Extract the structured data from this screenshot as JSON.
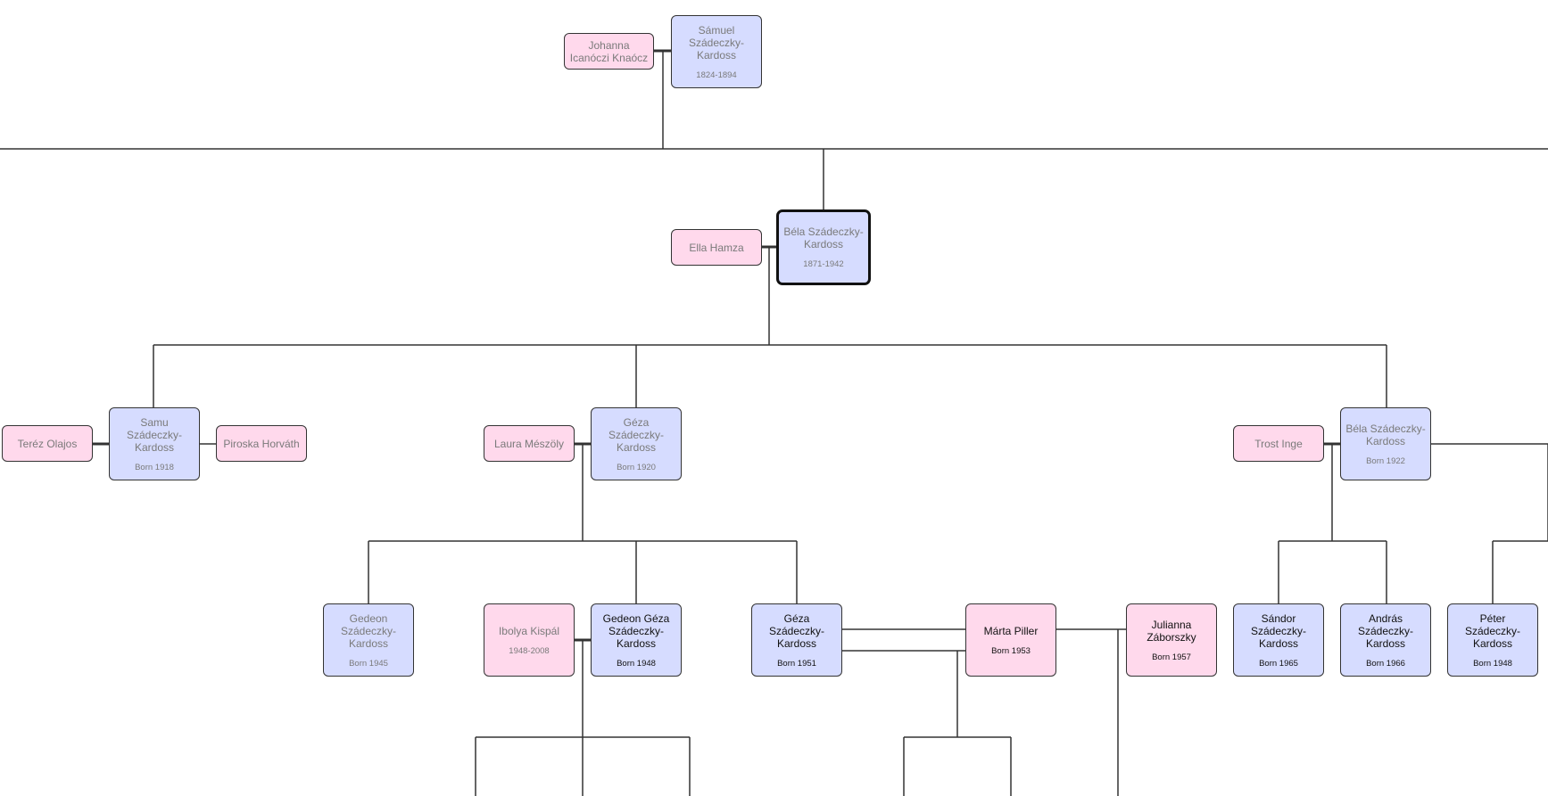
{
  "people": [
    {
      "id": "samuel",
      "name": "Sámuel Szádeczky-Kardoss",
      "dates": "1824-1894",
      "sex": "m",
      "dark": false
    },
    {
      "id": "johanna",
      "name": "Johanna Icanóczi Knaócz",
      "dates": "",
      "sex": "f",
      "dark": false
    },
    {
      "id": "bela-1871",
      "name": "Béla Szádeczky-Kardoss",
      "dates": "1871-1942",
      "sex": "m",
      "dark": false,
      "selected": true
    },
    {
      "id": "ella",
      "name": "Ella Hamza",
      "dates": "",
      "sex": "f",
      "dark": false
    },
    {
      "id": "samu",
      "name": "Samu Szádeczky-Kardoss",
      "dates": "Born 1918",
      "sex": "m",
      "dark": false
    },
    {
      "id": "terez",
      "name": "Teréz Olajos",
      "dates": "",
      "sex": "f",
      "dark": false
    },
    {
      "id": "piroska",
      "name": "Piroska Horváth",
      "dates": "",
      "sex": "f",
      "dark": false
    },
    {
      "id": "geza-1920",
      "name": "Géza Szádeczky-Kardoss",
      "dates": "Born 1920",
      "sex": "m",
      "dark": false
    },
    {
      "id": "laura",
      "name": "Laura Mészöly",
      "dates": "",
      "sex": "f",
      "dark": false
    },
    {
      "id": "bela-1922",
      "name": "Béla Szádeczky-Kardoss",
      "dates": "Born 1922",
      "sex": "m",
      "dark": false
    },
    {
      "id": "trost",
      "name": "Trost Inge",
      "dates": "",
      "sex": "f",
      "dark": false
    },
    {
      "id": "gedeon-1945",
      "name": "Gedeon Szádeczky-Kardoss",
      "dates": "Born 1945",
      "sex": "m",
      "dark": false
    },
    {
      "id": "ibolya",
      "name": "Ibolya Kispál",
      "dates": "1948-2008",
      "sex": "f",
      "dark": false
    },
    {
      "id": "gedeon-geza",
      "name": "Gedeon Géza Szádeczky-Kardoss",
      "dates": "Born 1948",
      "sex": "m",
      "dark": true
    },
    {
      "id": "geza-1951",
      "name": "Géza Szádeczky-Kardoss",
      "dates": "Born 1951",
      "sex": "m",
      "dark": true
    },
    {
      "id": "marta",
      "name": "Márta Piller",
      "dates": "Born 1953",
      "sex": "f",
      "dark": true
    },
    {
      "id": "julianna",
      "name": "Julianna Záborszky",
      "dates": "Born 1957",
      "sex": "f",
      "dark": true
    },
    {
      "id": "sandor",
      "name": "Sándor Szádeczky-Kardoss",
      "dates": "Born 1965",
      "sex": "m",
      "dark": true
    },
    {
      "id": "andras",
      "name": "András Szádeczky-Kardoss",
      "dates": "Born 1966",
      "sex": "m",
      "dark": true
    },
    {
      "id": "peter",
      "name": "Péter Szádeczky-Kardoss",
      "dates": "Born 1948",
      "sex": "m",
      "dark": true
    }
  ],
  "colors": {
    "male": "#d6dcff",
    "female": "#ffd9ec",
    "line": "#333333",
    "muted_text": "#7a7a7a",
    "dark_text": "#111111"
  }
}
